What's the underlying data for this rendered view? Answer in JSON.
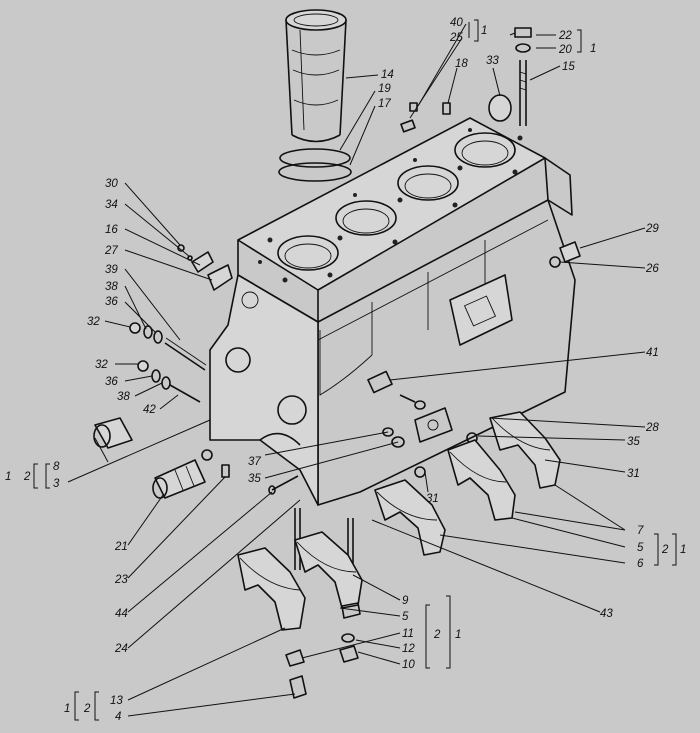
{
  "diagram": {
    "labels": [
      {
        "id": "l40",
        "text": "40"
      },
      {
        "id": "l25",
        "text": "25"
      },
      {
        "id": "l40g",
        "text": "1"
      },
      {
        "id": "l22",
        "text": "22"
      },
      {
        "id": "l20",
        "text": "20"
      },
      {
        "id": "l2220g",
        "text": "1"
      },
      {
        "id": "l15",
        "text": "15"
      },
      {
        "id": "l18",
        "text": "18"
      },
      {
        "id": "l33",
        "text": "33"
      },
      {
        "id": "l14",
        "text": "14"
      },
      {
        "id": "l19",
        "text": "19"
      },
      {
        "id": "l17",
        "text": "17"
      },
      {
        "id": "l30",
        "text": "30"
      },
      {
        "id": "l34",
        "text": "34"
      },
      {
        "id": "l16",
        "text": "16"
      },
      {
        "id": "l27",
        "text": "27"
      },
      {
        "id": "l39",
        "text": "39"
      },
      {
        "id": "l38a",
        "text": "38"
      },
      {
        "id": "l36a",
        "text": "36"
      },
      {
        "id": "l32a",
        "text": "32"
      },
      {
        "id": "l32b",
        "text": "32"
      },
      {
        "id": "l36b",
        "text": "36"
      },
      {
        "id": "l38b",
        "text": "38"
      },
      {
        "id": "l42",
        "text": "42"
      },
      {
        "id": "l29",
        "text": "29"
      },
      {
        "id": "l26",
        "text": "26"
      },
      {
        "id": "l41",
        "text": "41"
      },
      {
        "id": "l28",
        "text": "28"
      },
      {
        "id": "l35a",
        "text": "35"
      },
      {
        "id": "l31a",
        "text": "31"
      },
      {
        "id": "l31b",
        "text": "31"
      },
      {
        "id": "l37",
        "text": "37"
      },
      {
        "id": "l35b",
        "text": "35"
      },
      {
        "id": "l8",
        "text": "8"
      },
      {
        "id": "l3",
        "text": "3"
      },
      {
        "id": "l83g1",
        "text": "1"
      },
      {
        "id": "l83g2",
        "text": "2"
      },
      {
        "id": "l21",
        "text": "21"
      },
      {
        "id": "l23",
        "text": "23"
      },
      {
        "id": "l44",
        "text": "44"
      },
      {
        "id": "l24",
        "text": "24"
      },
      {
        "id": "l7",
        "text": "7"
      },
      {
        "id": "l5a",
        "text": "5"
      },
      {
        "id": "l6",
        "text": "6"
      },
      {
        "id": "l756g2",
        "text": "2"
      },
      {
        "id": "l756g1",
        "text": "1"
      },
      {
        "id": "l43",
        "text": "43"
      },
      {
        "id": "l9",
        "text": "9"
      },
      {
        "id": "l5b",
        "text": "5"
      },
      {
        "id": "l11",
        "text": "11"
      },
      {
        "id": "l12",
        "text": "12"
      },
      {
        "id": "l10",
        "text": "10"
      },
      {
        "id": "l9g2",
        "text": "2"
      },
      {
        "id": "l9g1",
        "text": "1"
      },
      {
        "id": "l13",
        "text": "13"
      },
      {
        "id": "l4",
        "text": "4"
      },
      {
        "id": "l134g1",
        "text": "1"
      },
      {
        "id": "l134g2",
        "text": "2"
      }
    ]
  }
}
